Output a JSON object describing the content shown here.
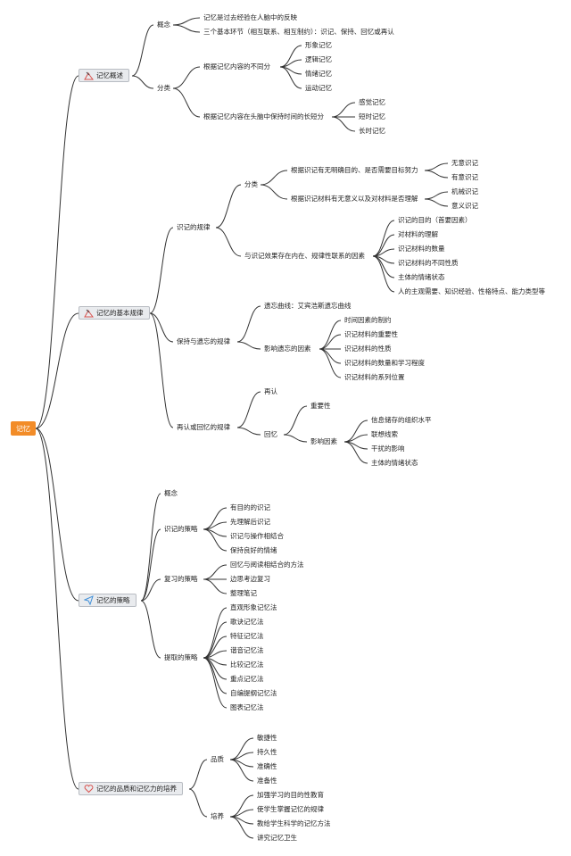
{
  "root": "记忆",
  "b1": {
    "title": "记忆概述",
    "concept": "概念",
    "c1": "记忆是过去经验在人脑中的反映",
    "c2": "三个基本环节（相互联系、相互制约）：识记、保持、回忆或再认",
    "cls": "分类",
    "k1": "根据记忆内容的不同分",
    "k1items": [
      "形象记忆",
      "逻辑记忆",
      "情绪记忆",
      "运动记忆"
    ],
    "k2": "根据记忆内容在头脑中保持时间的长短分",
    "k2items": [
      "感觉记忆",
      "短时记忆",
      "长时记忆"
    ]
  },
  "b2": {
    "title": "记忆的基本规律",
    "s1": "识记的规律",
    "s1a": "分类",
    "s1a1": "根据识记有无明确目的、是否需要目标努力",
    "s1a1items": [
      "无意识记",
      "有意识记"
    ],
    "s1a2": "根据识记材料有无意义以及对材料是否理解",
    "s1a2items": [
      "机械识记",
      "意义识记"
    ],
    "s1b": "与识记效果存在内在、规律性联系的因素",
    "s1bitems": [
      "识记的目的（首要因素）",
      "对材料的理解",
      "识记材料的数量",
      "识记材料的不同性质",
      "主体的情绪状态",
      "人的主观需要、知识经验、性格特点、能力类型等"
    ],
    "s2": "保持与遗忘的规律",
    "s2a": "遗忘曲线：艾宾浩斯遗忘曲线",
    "s2b": "影响遗忘的因素",
    "s2bitems": [
      "时间因素的制约",
      "识记材料的重要性",
      "识记材料的性质",
      "识记材料的数量和学习程度",
      "识记材料的系列位置"
    ],
    "s3": "再认或回忆的规律",
    "s3a": "再认",
    "s3b": "回忆",
    "s3b1": "重要性",
    "s3b2": "影响因素",
    "s3b2items": [
      "信息储存的组织水平",
      "联想线索",
      "干扰的影响",
      "主体的情绪状态"
    ]
  },
  "b3": {
    "title": "记忆的策略",
    "concept": "概念",
    "s1": "识记的策略",
    "s1items": [
      "有目的的识记",
      "先理解后识记",
      "识记与操作相结合",
      "保持良好的情绪"
    ],
    "s2": "复习的策略",
    "s2items": [
      "回忆与阅读相结合的方法",
      "边思考边复习",
      "整理笔记"
    ],
    "s3": "提取的策略",
    "s3items": [
      "直观形象记忆法",
      "歌诀记忆法",
      "特征记忆法",
      "谐音记忆法",
      "比较记忆法",
      "重点记忆法",
      "自编提纲记忆法",
      "图表记忆法"
    ]
  },
  "b4": {
    "title": "记忆的品质和记忆力的培养",
    "s1": "品质",
    "s1items": [
      "敏捷性",
      "持久性",
      "准确性",
      "准备性"
    ],
    "s2": "培养",
    "s2items": [
      "加强学习的目的性教育",
      "使学生掌握记忆的规律",
      "教给学生科学的记忆方法",
      "讲究记忆卫生"
    ]
  },
  "icons": {
    "b1": "mountain-climber-icon",
    "b2": "mountain-climber-icon",
    "b3": "paper-plane-icon",
    "b4": "heart-icon"
  },
  "colors": {
    "root": "#f28c28",
    "box": "#e9ebee",
    "heart": "#d9534f",
    "plane": "#3f8fd8"
  }
}
